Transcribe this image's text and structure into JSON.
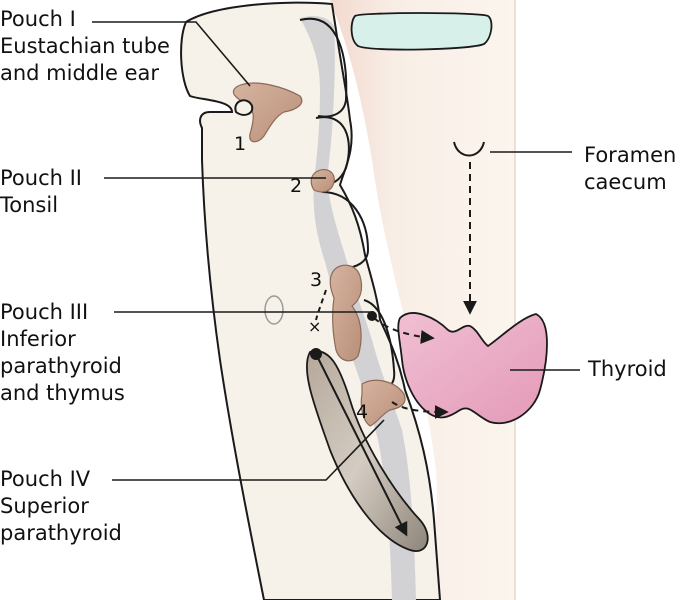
{
  "labels": {
    "pouch1": [
      "Pouch I",
      "Eustachian tube",
      "and middle ear"
    ],
    "pouch2": [
      "Pouch II",
      "Tonsil"
    ],
    "pouch3": [
      "Pouch III",
      "Inferior",
      "parathyroid",
      "and thymus"
    ],
    "pouch4": [
      "Pouch IV",
      "Superior",
      "parathyroid"
    ],
    "foramen": [
      "Foramen",
      "caecum"
    ],
    "thyroid": [
      "Thyroid"
    ]
  },
  "pouch_numbers": [
    "1",
    "2",
    "3",
    "4"
  ],
  "colors": {
    "outline": "#1a1a1a",
    "tissue_light": "#f6f1e9",
    "tissue_pink": "#f1ded6",
    "pouch_brown": "#c9a48f",
    "groove_grey": "#d2d2d4",
    "thyroid_pink": "#eaaec6",
    "cartilage_mint": "#d7f0ea"
  }
}
